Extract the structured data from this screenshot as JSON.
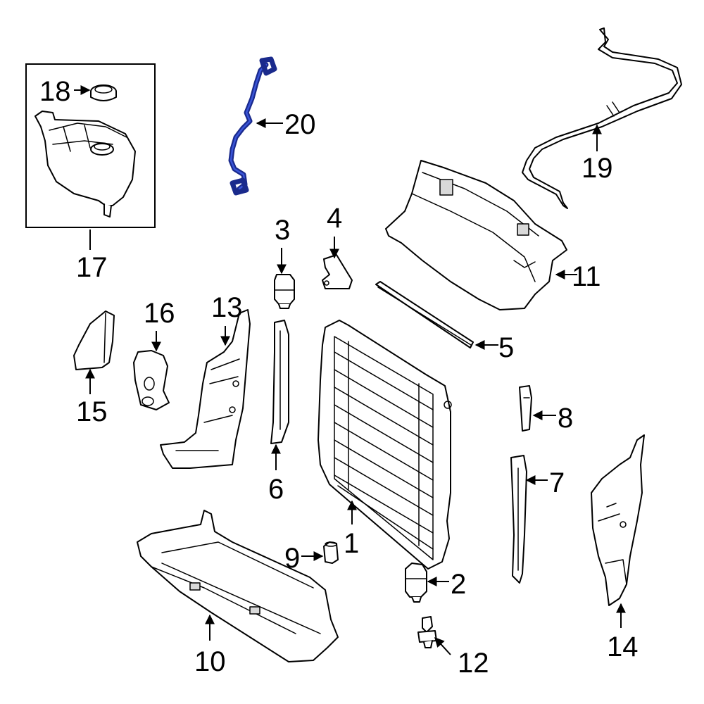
{
  "diagram": {
    "callouts": {
      "c1": "1",
      "c2": "2",
      "c3": "3",
      "c4": "4",
      "c5": "5",
      "c6": "6",
      "c7": "7",
      "c8": "8",
      "c9": "9",
      "c10": "10",
      "c11": "11",
      "c12": "12",
      "c13": "13",
      "c14": "14",
      "c15": "15",
      "c16": "16",
      "c17": "17",
      "c18": "18",
      "c19": "19",
      "c20": "20"
    },
    "highlighted_part": "20",
    "colors": {
      "highlight": "#1a2a8c",
      "line": "#000000",
      "background": "#ffffff"
    }
  }
}
